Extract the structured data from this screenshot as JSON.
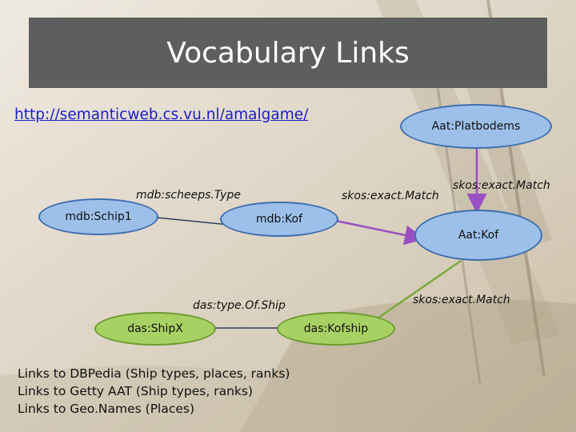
{
  "slide": {
    "title": "Vocabulary Links",
    "url": "http://semanticweb.cs.vu.nl/amalgame/"
  },
  "nodes": {
    "aat_platbodems": "Aat:Platbodems",
    "mdb_schip1": "mdb:Schip1",
    "mdb_kof": "mdb:Kof",
    "aat_kof": "Aat:Kof",
    "das_shipx": "das:ShipX",
    "das_kofship": "das:Kofship"
  },
  "edge_labels": {
    "scheeps_type": "mdb:scheeps.Type",
    "exact_match_kof": "skos:exact.Match",
    "exact_match_platbodems": "skos:exact.Match",
    "exact_match_kofship": "skos:exact.Match",
    "type_of_ship": "das:type.Of.Ship"
  },
  "footer": {
    "lines": [
      "Links to DBPedia (Ship types, places, ranks)",
      "Links to Getty AAT (Ship types, ranks)",
      "Links to Geo.Names (Places)"
    ]
  },
  "colors": {
    "title_bar": "#5e5e5e",
    "link": "#1c1cc8",
    "blue_node": "#9cc0ea",
    "green_node": "#a8d163",
    "edge_dark": "#2f3d5c",
    "edge_green": "#7aa83a",
    "edge_purple": "#9a4fc2"
  }
}
